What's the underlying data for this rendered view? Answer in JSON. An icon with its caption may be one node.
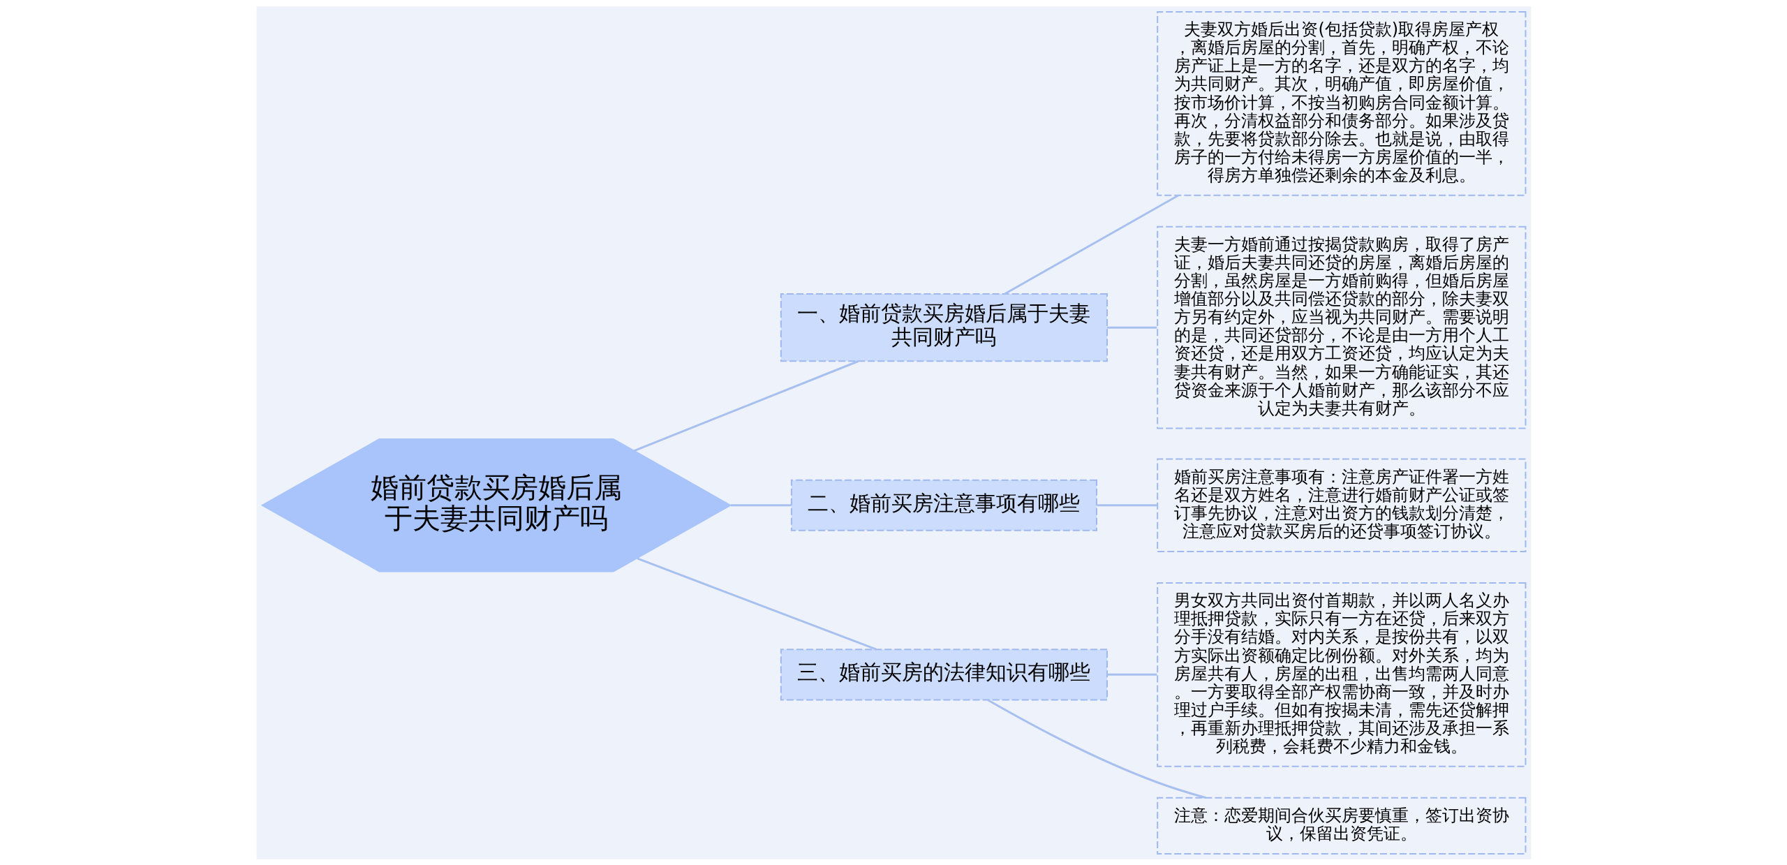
{
  "diagram": {
    "nodes": [
      {
        "text": [
          "婚前贷款买房婚后属于夫妻共同财产吗"
        ]
      },
      {
        "text": [
          "一、婚前贷款买房婚后属于夫妻共同财产吗"
        ]
      },
      {
        "text": [
          "夫妻双方婚后出资(包括贷款)取得房屋产权，离婚后房屋的分割，首先，明确产权，不论房产证上是一方的名字，还是双方的名字，均为共同财产。其次，明确产值，即房屋价值，按市场价计算，不按当初购房合同金额计算。再次，分清权益部分和债务部分。如果涉及贷款，先要将贷款部分除去。也就是说，由取得房子的一方付给未得房一方房屋价值的一半，得房方单独偿还剩余的本金及利息。"
        ]
      },
      {
        "text": [
          "夫妻一方婚前通过按揭贷款购房，取得了房产证，婚后夫妻共同还贷的房屋，离婚后房屋的分割，虽然房屋是一方婚前购得，但婚后房屋增值部分以及共同偿还贷款的部分，除夫妻双方另有约定外，应当视为共同财产。需要说明的是，共同还贷部分，不论是由一方用个人工资还贷，还是用双方工资还贷，均应认定为夫妻共有财产。当然，如果一方确能证实，其还贷资金来源于个人婚前财产，那么该部分不应认定为夫妻共有财产。"
        ]
      },
      {
        "text": [
          "二、婚前买房注意事项有哪些"
        ]
      },
      {
        "text": [
          "婚前买房注意事项有：注意房产证件署一方姓名还是双方姓名，注意进行婚前财产公证或签订事先协议，注意对出资方的钱款划分清楚，注意应对贷款买房后的还贷事项签订协议。"
        ]
      },
      {
        "text": [
          "三、婚前买房的法律知识有哪些"
        ]
      },
      {
        "text": [
          "男女双方共同出资付首期款，并以两人名义办理抵押贷款，实际只有一方在还贷，后来双方分手没有结婚。对内关系，是按份共有，以双方实际出资额确定比例份额。对外关系，均为房屋共有人，房屋的出租，出售均需两人同意。一方要取得全部产权需协商一致，并及时办理过户手续。但如有按揭未清，需先还贷解押，再重新办理抵押贷款，其间还涉及承担一系列税费，会耗费不少精力和金钱。"
        ]
      },
      {
        "text": [
          "注意：恋爱期间合伙买房要慎重，签订出资协议，保留出资凭证。"
        ]
      }
    ],
    "edges": [
      {
        "from": 0,
        "to": 1,
        "arrow": "none"
      },
      {
        "from": 1,
        "to": 2,
        "arrow": "none"
      },
      {
        "from": 1,
        "to": 3,
        "arrow": "none"
      },
      {
        "from": 0,
        "to": 4,
        "arrow": "none"
      },
      {
        "from": 4,
        "to": 5,
        "arrow": "none"
      },
      {
        "from": 0,
        "to": 6,
        "arrow": "none"
      },
      {
        "from": 6,
        "to": 7,
        "arrow": "none"
      },
      {
        "from": 6,
        "to": 8,
        "arrow": "none"
      }
    ]
  }
}
